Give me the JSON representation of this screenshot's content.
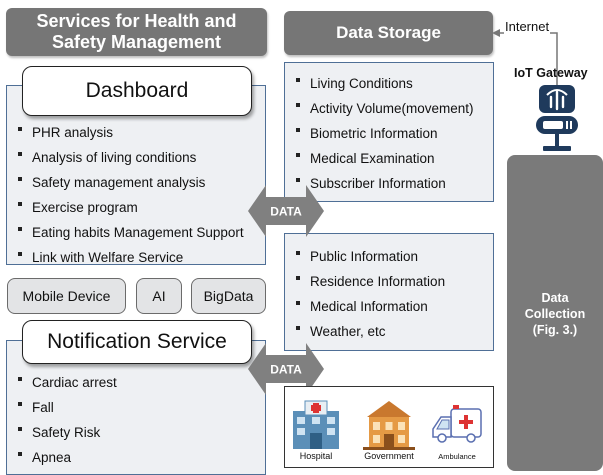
{
  "services": {
    "title_line1": "Services for Health and",
    "title_line2": "Safety Management"
  },
  "storage": {
    "title": "Data Storage"
  },
  "internet_label": "Internet",
  "gateway": {
    "label": "IoT Gateway"
  },
  "collection": {
    "line1": "Data",
    "line2": "Collection",
    "line3": "(Fig. 3.)"
  },
  "dashboard": {
    "title": "Dashboard",
    "items": [
      "PHR analysis",
      "Analysis of living conditions",
      "Safety management analysis",
      "Exercise program",
      "Eating habits Management Support",
      "Link with Welfare Service"
    ]
  },
  "chips": [
    "Mobile Device",
    "AI",
    "BigData"
  ],
  "notification": {
    "title": "Notification Service",
    "items": [
      "Cardiac arrest",
      "Fall",
      "Safety Risk",
      "Apnea"
    ]
  },
  "storage_personal": [
    "Living Conditions",
    "Activity Volume(movement)",
    "Biometric Information",
    "Medical Examination",
    "Subscriber Information"
  ],
  "storage_public": [
    "Public Information",
    "Residence Information",
    "Medical Information",
    "Weather, etc"
  ],
  "arrows": {
    "upper": "DATA",
    "lower": "DATA"
  },
  "institutions": [
    "Hospital",
    "Government",
    "Ambulance"
  ],
  "colors": {
    "header_gray": "#767676",
    "panel_border": "#4f6f96",
    "panel_fill": "#eef0f3",
    "collection_gray": "#7a7a7a"
  }
}
